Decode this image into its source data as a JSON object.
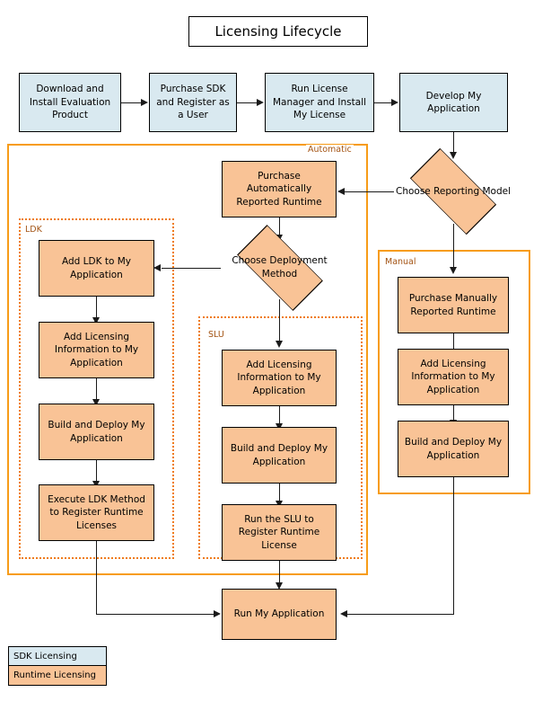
{
  "diagram": {
    "title": "Licensing Lifecycle",
    "type": "flowchart",
    "colors": {
      "sdk_fill": "#d9e9f0",
      "runtime_fill": "#f9c396",
      "group_solid_border": "#f79c18",
      "group_dotted_border": "#ef7c1a",
      "group_label_text": "#a35313",
      "connector": "#1a1a1a",
      "node_border": "#000000",
      "background": "#ffffff"
    }
  },
  "top_flow": [
    {
      "id": "download",
      "label": "Download and Install Evaluation Product",
      "category": "sdk"
    },
    {
      "id": "purchase_sdk",
      "label": "Purchase SDK and Register as a User",
      "category": "sdk"
    },
    {
      "id": "run_license_manager",
      "label": "Run License Manager and Install My License",
      "category": "sdk"
    },
    {
      "id": "develop_app",
      "label": "Develop My Application",
      "category": "sdk"
    }
  ],
  "decisions": [
    {
      "id": "choose_reporting",
      "label": "Choose Reporting Model",
      "category": "runtime"
    },
    {
      "id": "choose_deployment",
      "label": "Choose Deployment Method",
      "category": "runtime"
    }
  ],
  "groups": [
    {
      "id": "automatic",
      "label": "Automatic",
      "style": "solid"
    },
    {
      "id": "manual",
      "label": "Manual",
      "style": "solid"
    },
    {
      "id": "ldk",
      "label": "LDK",
      "style": "dotted"
    },
    {
      "id": "slu",
      "label": "SLU",
      "style": "dotted"
    }
  ],
  "automatic_branch": {
    "purchase": {
      "id": "purchase_auto",
      "label": "Purchase Automatically Reported Runtime",
      "category": "runtime"
    }
  },
  "ldk_branch": [
    {
      "id": "ldk_add",
      "label": "Add LDK to My Application",
      "category": "runtime"
    },
    {
      "id": "ldk_licensing_info",
      "label": "Add Licensing Information to My Application",
      "category": "runtime"
    },
    {
      "id": "ldk_build",
      "label": "Build and Deploy My Application",
      "category": "runtime"
    },
    {
      "id": "ldk_execute",
      "label": "Execute LDK Method to Register Runtime Licenses",
      "category": "runtime"
    }
  ],
  "slu_branch": [
    {
      "id": "slu_licensing_info",
      "label": "Add Licensing Information to My Application",
      "category": "runtime"
    },
    {
      "id": "slu_build",
      "label": "Build and Deploy My Application",
      "category": "runtime"
    },
    {
      "id": "slu_run",
      "label": "Run the SLU to Register Runtime License",
      "category": "runtime"
    }
  ],
  "manual_branch": [
    {
      "id": "manual_purchase",
      "label": "Purchase Manually Reported Runtime",
      "category": "runtime"
    },
    {
      "id": "manual_licensing_info",
      "label": "Add Licensing Information to My Application",
      "category": "runtime"
    },
    {
      "id": "manual_build",
      "label": "Build and Deploy My Application",
      "category": "runtime"
    }
  ],
  "terminal": {
    "id": "run_app",
    "label": "Run My Application",
    "category": "runtime"
  },
  "legend": [
    {
      "id": "sdk",
      "label": "SDK Licensing",
      "color": "#d9e9f0"
    },
    {
      "id": "runtime",
      "label": "Runtime Licensing",
      "color": "#f9c396"
    }
  ]
}
